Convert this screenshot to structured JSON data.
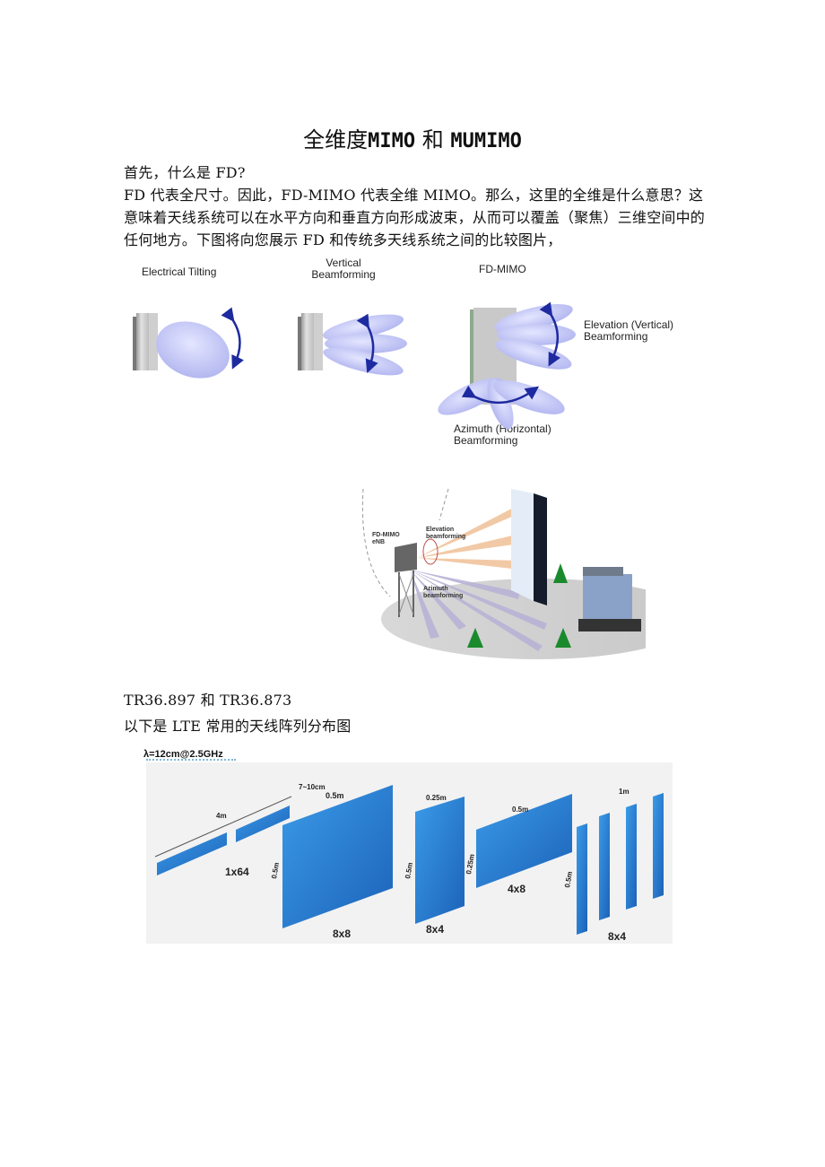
{
  "document": {
    "title": {
      "part1": "全维度",
      "part2": "MIMO",
      "part3": " 和 ",
      "part4": "MUMIMO"
    },
    "paragraphs": [
      "首先，什么是 FD?",
      "FD 代表全尺寸。因此，FD-MIMO 代表全维 MIMO。那么，这里的全维是什么意思？这意味着天线系统可以在水平方向和垂直方向形成波束，从而可以覆盖（聚焦）三维空间中的任何地方。下图将向您展示 FD 和传统多天线系统之间的比较图片，"
    ],
    "figure1": {
      "labels": {
        "electrical_tilting": "Electrical Tilting",
        "vertical_bf_line1": "Vertical",
        "vertical_bf_line2": "Beamforming",
        "fd_mimo": "FD-MIMO",
        "elevation_line1": "Elevation (Vertical)",
        "elevation_line2": "Beamforming",
        "azimuth_line1": "Azimuth (Horizontal)",
        "azimuth_line2": "Beamforming"
      }
    },
    "figure2": {
      "labels": {
        "enb_line1": "FD-MIMO",
        "enb_line2": "eNB",
        "elevation_line1": "Elevation",
        "elevation_line2": "beamforming",
        "azimuth_line1": "Azimuth",
        "azimuth_line2": "beamforming"
      }
    },
    "section_heading": "TR36.897 和 TR36.873",
    "section_intro": "以下是 LTE 常用的天线阵列分布图",
    "figure3": {
      "wavelength": "λ=12cm@2.5GHz",
      "arrays": [
        {
          "name": "1x64",
          "dim1": "4m",
          "dim2": "7~10cm"
        },
        {
          "name": "8x8",
          "dim1": "0.5m",
          "dim2": "0.5m"
        },
        {
          "name": "8x4",
          "dim1": "0.25m",
          "dim2": "0.5m"
        },
        {
          "name": "4x8",
          "dim1": "0.5m",
          "dim2": "0.25m"
        },
        {
          "name": "8x4",
          "dim1": "1m",
          "dim2": "0.5m"
        }
      ]
    }
  }
}
